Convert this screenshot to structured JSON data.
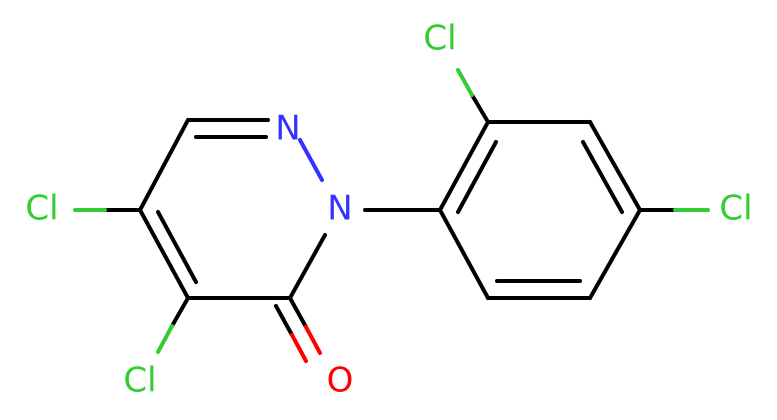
{
  "molecule": {
    "atoms": {
      "n1": {
        "symbol": "N",
        "color": "#3333ff"
      },
      "n2": {
        "symbol": "N",
        "color": "#3333ff"
      },
      "o": {
        "symbol": "O",
        "color": "#ff0000"
      },
      "cl_top": {
        "symbol": "Cl",
        "color": "#33cc33"
      },
      "cl_right": {
        "symbol": "Cl",
        "color": "#33cc33"
      },
      "cl_left": {
        "symbol": "Cl",
        "color": "#33cc33"
      },
      "cl_bottom": {
        "symbol": "Cl",
        "color": "#33cc33"
      }
    },
    "bond_color": "#000000"
  }
}
